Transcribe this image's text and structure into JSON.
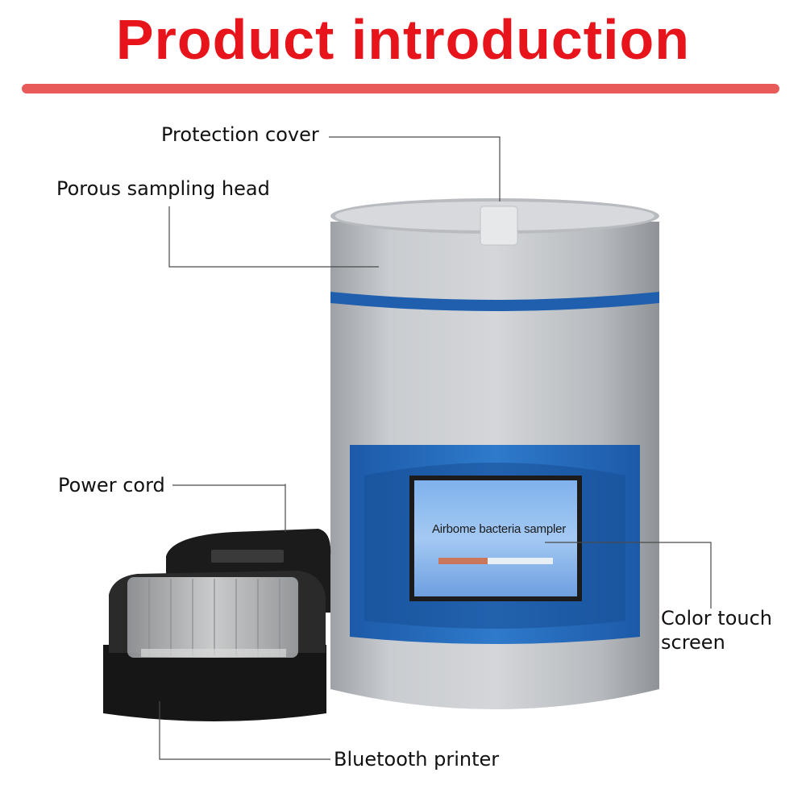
{
  "title": "Product introduction",
  "labels": {
    "protection_cover": "Protection cover",
    "porous_sampling_head": "Porous sampling head",
    "power_cord": "Power cord",
    "color_touch_screen": "Color touch screen",
    "bluetooth_printer": "Bluetooth printer"
  },
  "device": {
    "screen_title": "Airbome bacteria sampler",
    "progress": 0.43
  },
  "colors": {
    "title": "#e8141b",
    "rule": "#e85a5a",
    "accent_blue": "#1f5fae"
  }
}
